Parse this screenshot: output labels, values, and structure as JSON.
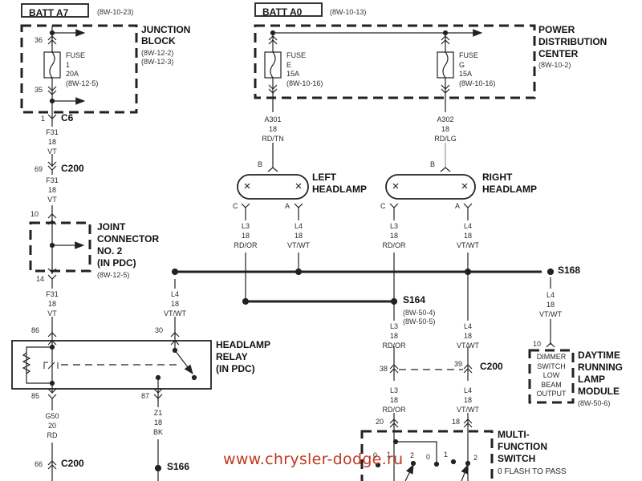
{
  "sources": {
    "batt_a7": {
      "label": "BATT A7",
      "ref": "(8W-10-23)"
    },
    "batt_a0": {
      "label": "BATT A0",
      "ref": "(8W-10-13)"
    }
  },
  "junction_block": {
    "title_line1": "JUNCTION",
    "title_line2": "BLOCK",
    "ref1": "(8W-12-2)",
    "ref2": "(8W-12-3)",
    "pin_in": "36",
    "pin_out": "35",
    "fuse": {
      "label": "FUSE",
      "number": "1",
      "rating": "20A",
      "ref": "(8W-12-5)"
    }
  },
  "pdc": {
    "title_line1": "POWER",
    "title_line2": "DISTRIBUTION",
    "title_line3": "CENTER",
    "ref": "(8W-10-2)",
    "fuse_e": {
      "label": "FUSE",
      "number": "E",
      "rating": "15A",
      "ref": "(8W-10-16)"
    },
    "fuse_g": {
      "label": "FUSE",
      "number": "G",
      "rating": "15A",
      "ref": "(8W-10-16)"
    }
  },
  "connectors": {
    "c6": {
      "label": "C6",
      "pin": "1"
    },
    "c200_a": {
      "label": "C200",
      "pin": "69"
    },
    "c200_b": {
      "label": "C200",
      "pin_left": "38",
      "pin_right": "39"
    },
    "c200_c": {
      "label": "C200",
      "pin": "66"
    }
  },
  "wires": {
    "f31_1": {
      "circuit": "F31",
      "gauge": "18",
      "color": "VT"
    },
    "f31_2": {
      "circuit": "F31",
      "gauge": "18",
      "color": "VT"
    },
    "f31_3": {
      "circuit": "F31",
      "gauge": "18",
      "color": "VT"
    },
    "a301": {
      "circuit": "A301",
      "gauge": "18",
      "color": "RD/TN"
    },
    "a302": {
      "circuit": "A302",
      "gauge": "18",
      "color": "RD/LG"
    },
    "l3_left": {
      "circuit": "L3",
      "gauge": "18",
      "color": "RD/OR"
    },
    "l4_left": {
      "circuit": "L4",
      "gauge": "18",
      "color": "VT/WT"
    },
    "l3_right": {
      "circuit": "L3",
      "gauge": "18",
      "color": "RD/OR"
    },
    "l4_right": {
      "circuit": "L4",
      "gauge": "18",
      "color": "VT/WT"
    },
    "l4_relay": {
      "circuit": "L4",
      "gauge": "18",
      "color": "VT/WT"
    },
    "l4_drl": {
      "circuit": "L4",
      "gauge": "18",
      "color": "VT/WT"
    },
    "l3_mid": {
      "circuit": "L3",
      "gauge": "18",
      "color": "RD/OR"
    },
    "l4_mid": {
      "circuit": "L4",
      "gauge": "18",
      "color": "VT/WT"
    },
    "l3_low": {
      "circuit": "L3",
      "gauge": "18",
      "color": "RD/OR"
    },
    "l4_low": {
      "circuit": "L4",
      "gauge": "18",
      "color": "VT/WT"
    },
    "g50": {
      "circuit": "G50",
      "gauge": "20",
      "color": "RD"
    },
    "z1": {
      "circuit": "Z1",
      "gauge": "18",
      "color": "BK"
    }
  },
  "joint_connector": {
    "title_line1": "JOINT",
    "title_line2": "CONNECTOR",
    "title_line3": "NO. 2",
    "title_line4": "(IN PDC)",
    "ref": "(8W-12-5)",
    "pin_in": "10",
    "pin_out": "14"
  },
  "headlamps": {
    "left": {
      "line1": "LEFT",
      "line2": "HEADLAMP",
      "pin_b": "B",
      "pin_c": "C",
      "pin_a": "A"
    },
    "right": {
      "line1": "RIGHT",
      "line2": "HEADLAMP",
      "pin_b": "B",
      "pin_c": "C",
      "pin_a": "A"
    }
  },
  "splices": {
    "s168": {
      "label": "S168"
    },
    "s164": {
      "label": "S164",
      "ref1": "(8W-50-4)",
      "ref2": "(8W-50-5)"
    },
    "s166": {
      "label": "S166"
    }
  },
  "relay": {
    "title_line1": "HEADLAMP",
    "title_line2": "RELAY",
    "title_line3": "(IN PDC)",
    "pin_86": "86",
    "pin_30": "30",
    "pin_85": "85",
    "pin_87": "87"
  },
  "drl_module": {
    "title_line1": "DAYTIME",
    "title_line2": "RUNNING",
    "title_line3": "LAMP",
    "title_line4": "MODULE",
    "ref": "(8W-50-6)",
    "pin": "10",
    "inner_line1": "DIMMER",
    "inner_line2": "SWITCH",
    "inner_line3": "LOW",
    "inner_line4": "BEAM",
    "inner_line5": "OUTPUT"
  },
  "multifunction_switch": {
    "title_line1": "MULTI-",
    "title_line2": "FUNCTION",
    "title_line3": "SWITCH",
    "legend0": "0 FLASH TO PASS",
    "pin_left": "20",
    "pin_right": "18",
    "pos_labels": [
      "0",
      "1",
      "2",
      "0",
      "1",
      "2"
    ]
  },
  "watermark": "www.chrysler-dodge.ru"
}
